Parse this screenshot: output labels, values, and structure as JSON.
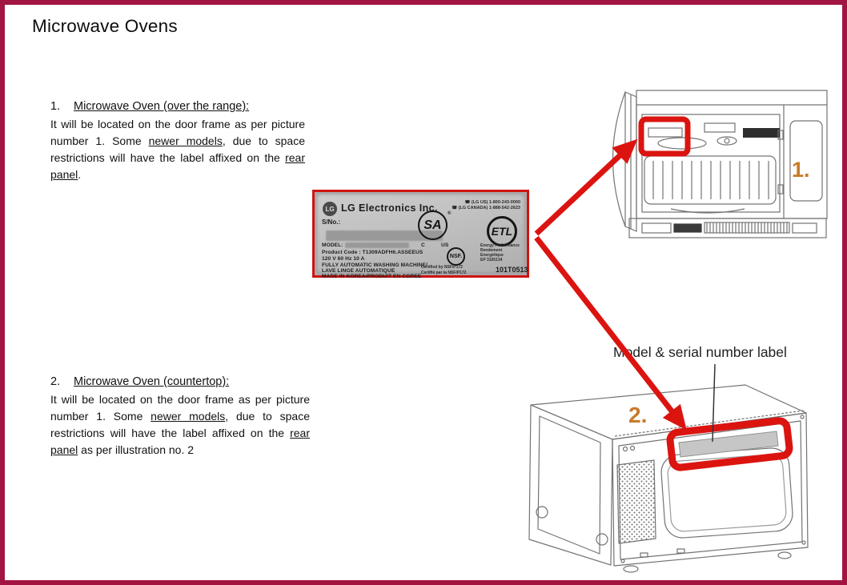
{
  "page": {
    "title": "Microwave Ovens"
  },
  "colors": {
    "page_border": "#A21441",
    "arrow_red": "#DB1410",
    "highlight_red": "#DB1410",
    "number_orange": "#C87B2A",
    "label_border": "#CF1310"
  },
  "sections": [
    {
      "number": "1.",
      "heading": "Microwave Oven (over the range):",
      "body_pre": "It will be located on the door frame as per picture number 1. Some ",
      "body_u1": "newer models",
      "body_mid": ", due to space restrictions will have the label affixed on the ",
      "body_u2": "rear panel",
      "body_post": "."
    },
    {
      "number": "2.",
      "heading": "Microwave Oven (countertop):",
      "body_pre": "It will be located on the door frame as per picture number 1. Some ",
      "body_u1": "newer models",
      "body_mid": ", due to space restrictions will have the label affixed on the ",
      "body_u2": "rear panel",
      "body_post": " as per illustration no. 2"
    }
  ],
  "figures": {
    "figure1_number": "1.",
    "figure2_number": "2.",
    "annotation": "Model & serial number label"
  },
  "label": {
    "logo_text": "LG",
    "brand": "LG Electronics Inc.",
    "phone_us": "(LG US) 1-800-243-0000",
    "phone_ca": "(LG CANADA) 1-888-542-2623",
    "phone_icon": "☎",
    "serial_caption": "S/No.:",
    "model_caption": "MODEL:",
    "product_code": "Product Code : T1309ADFH6.ASSEEUS",
    "rating": "120 V   60 Hz   10 A",
    "desc_en": "FULLY AUTOMATIC WASHING MACHINE/",
    "desc_fr": "LAVE LINGE AUTOMATIQUE",
    "origin": "MADE IN KOREA/PRODUIT EN COREE",
    "csa_text": "SA",
    "csa_r": "®",
    "csa_c": "C",
    "csa_us": "US",
    "nsf_text": "NSF.",
    "cert_en": "Certified by NSF/P172",
    "cert_fr": "Certifié par la NSF/P172",
    "etl_text": "ETL",
    "energy_1": "Energy Performance",
    "energy_2": "Rendement",
    "energy_3": "Energétique",
    "energy_ep": "EP 3105134",
    "stamp": "101T0513"
  }
}
